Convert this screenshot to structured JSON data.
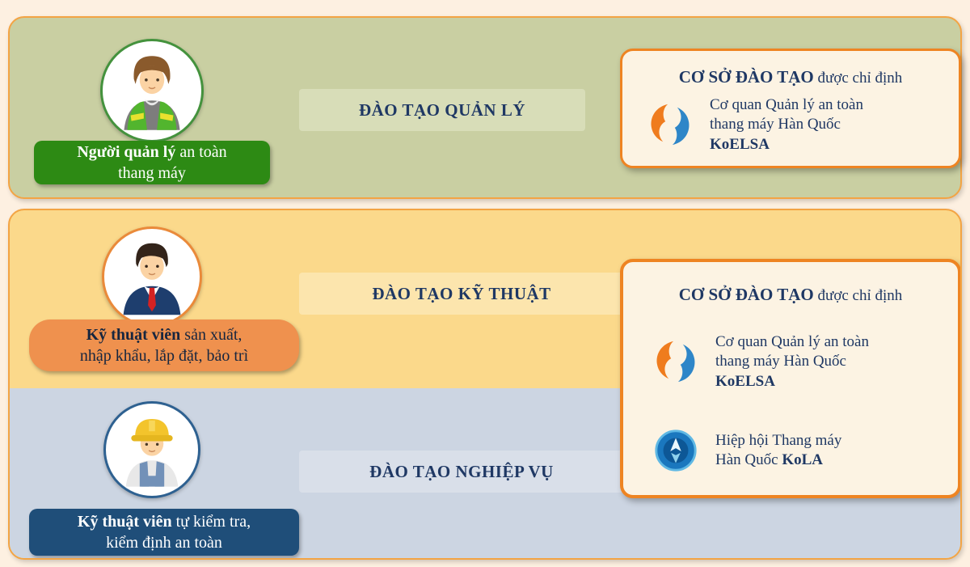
{
  "colors": {
    "page_bg": "#fdf0e1",
    "panel_border": "#f3a444",
    "management_row_bg": "#c9cfa2",
    "technical_row_bg": "#fbd98b",
    "professional_row_bg": "#ccd5e2",
    "manager_badge_bg": "#2d8a14",
    "technician_badge_bg": "#ef914e",
    "inspector_badge_bg": "#1f4e79",
    "org_box_border": "#ee8422",
    "org_box_bg": "#fcf3e3",
    "heading_text": "#1f3864"
  },
  "icons": {
    "koelsa_logo": "koelsa-swirl-logo",
    "kola_logo": "kola-circle-logo",
    "avatars": [
      "safety-manager-avatar",
      "technician-avatar",
      "inspector-avatar"
    ]
  },
  "rows": [
    {
      "badge_bold": "Người quản lý",
      "badge_rest": " an toàn",
      "badge_line2": "thang máy",
      "title": "ĐÀO TẠO QUẢN LÝ"
    },
    {
      "badge_bold": "Kỹ thuật viên",
      "badge_rest": " sản xuất,",
      "badge_line2": "nhập khẩu, lắp đặt, bảo trì",
      "title": "ĐÀO TẠO KỸ THUẬT"
    },
    {
      "badge_bold": "Kỹ thuật viên",
      "badge_rest": " tự kiểm tra,",
      "badge_line2": "kiểm định an toàn",
      "title": "ĐÀO TẠO NGHIỆP VỤ"
    }
  ],
  "box1": {
    "title_bold": "CƠ SỞ ĐÀO TẠO",
    "title_rest": " được chỉ định",
    "koelsa": {
      "line1": "Cơ quan Quản lý an toàn",
      "line2": "thang máy Hàn Quốc",
      "line3_bold": "KoELSA"
    }
  },
  "box2": {
    "title_bold": "CƠ SỞ ĐÀO TẠO",
    "title_rest": " được chỉ định",
    "koelsa": {
      "line1": "Cơ quan Quản lý an toàn",
      "line2": "thang máy Hàn Quốc",
      "line3_bold": "KoELSA"
    },
    "kola": {
      "line1": "Hiệp hội Thang máy",
      "line2_pre": "Hàn Quốc ",
      "line2_bold": "KoLA"
    }
  }
}
